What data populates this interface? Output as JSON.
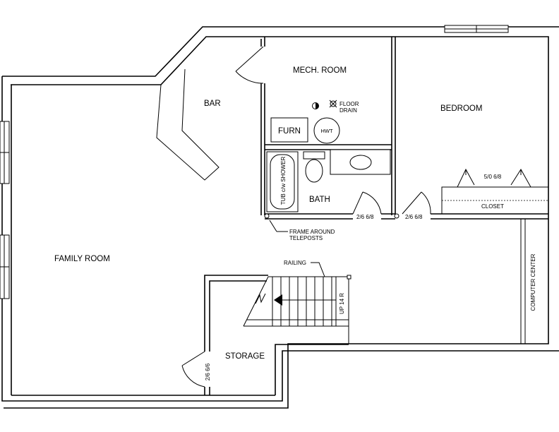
{
  "rooms": {
    "mech_room": "MECH. ROOM",
    "bar": "BAR",
    "bedroom": "BEDROOM",
    "family_room": "FAMILY ROOM",
    "bath": "BATH",
    "storage": "STORAGE",
    "closet": "CLOSET",
    "computer_center": "COMPUTER CENTER"
  },
  "fixtures": {
    "furnace": "FURN",
    "hot_water_tank": "HWT",
    "tub_shower": "TUB c/w SHOWER",
    "floor_drain_line1": "FLOOR",
    "floor_drain_line2": "DRAIN"
  },
  "door_sizes": {
    "bath_door": "2/6 6/8",
    "bedroom_door": "2/6 6/8",
    "closet_doors": "5/0 6/8",
    "storage_door": "2/6 6/6"
  },
  "notes": {
    "frame_line1": "FRAME AROUND",
    "frame_line2": "TELEPOSTS",
    "railing": "RAILING",
    "stair": "UP 14 R"
  }
}
